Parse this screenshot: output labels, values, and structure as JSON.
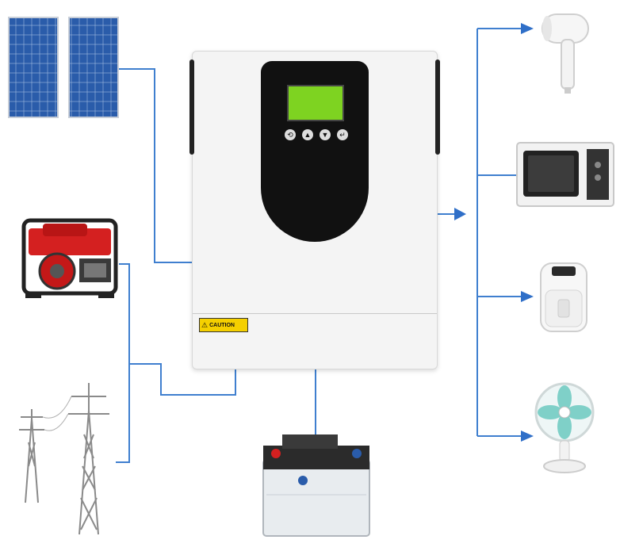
{
  "inverter": {
    "buttons": [
      "⟲",
      "▲",
      "▼",
      "↵"
    ],
    "caution_label": "CAUTION"
  },
  "colors": {
    "connector": "#3f7fcf",
    "arrow": "#2f6fc8",
    "lcd": "#7ed321",
    "inverter_face": "#111111",
    "inverter_body": "#f4f4f4"
  },
  "inputs": [
    "solar-panels",
    "generator",
    "power-grid"
  ],
  "storage": "battery",
  "loads": [
    "hair-dryer",
    "microwave",
    "air-fryer",
    "desk-fan"
  ]
}
